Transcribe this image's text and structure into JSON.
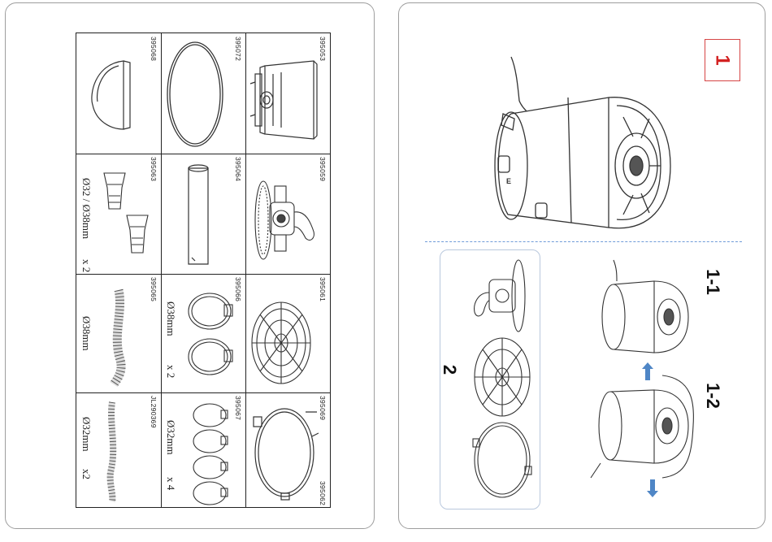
{
  "left_panel": {
    "parts": [
      {
        "code": "395053",
        "label": ""
      },
      {
        "code": "395059",
        "label": ""
      },
      {
        "code": "395061",
        "label": ""
      },
      {
        "code": "395069",
        "label": ""
      },
      {
        "code": "395062",
        "label": ""
      },
      {
        "code": "395072",
        "label": ""
      },
      {
        "code": "395064",
        "label": ""
      },
      {
        "code": "395066",
        "label": "Ø38mm"
      },
      {
        "code": "395066_qty",
        "label": "x 2"
      },
      {
        "code": "395067",
        "label": "Ø32mm"
      },
      {
        "code": "395067_qty",
        "label": "x 4"
      },
      {
        "code": "395068",
        "label": ""
      },
      {
        "code": "395063",
        "label": "Ø32 / Ø38mm"
      },
      {
        "code": "395063_qty",
        "label": "x 2"
      },
      {
        "code": "395065",
        "label": "Ø38mm"
      },
      {
        "code": "JL290369",
        "label": "Ø32mm"
      },
      {
        "code": "JL290369_qty",
        "label": "x2"
      }
    ],
    "codes": {
      "c395053": "395053",
      "c395059": "395059",
      "c395061": "395061",
      "c395069": "395069",
      "c395062": "395062",
      "c395072": "395072",
      "c395064": "395064",
      "c395066": "395066",
      "c395067": "395067",
      "c395068": "395068",
      "c395063": "395063",
      "c395065": "395065",
      "cJL290369": "JL290369"
    },
    "labels": {
      "d395066": "Ø38mm",
      "q395066": "x 2",
      "d395067": "Ø32mm",
      "q395067": "x 4",
      "d395063": "Ø32 / Ø38mm",
      "q395063": "x 2",
      "d395065": "Ø38mm",
      "dJL290369": "Ø32mm",
      "qJL290369": "x2"
    }
  },
  "right_panel": {
    "step_number": "1",
    "step_1_1": "1-1",
    "step_1_2": "1-2",
    "step_2": "2",
    "tank_letter": "E"
  },
  "colors": {
    "step_badge": "#d32222",
    "divider": "#6f9bd8",
    "arrow": "#4f86c6"
  }
}
